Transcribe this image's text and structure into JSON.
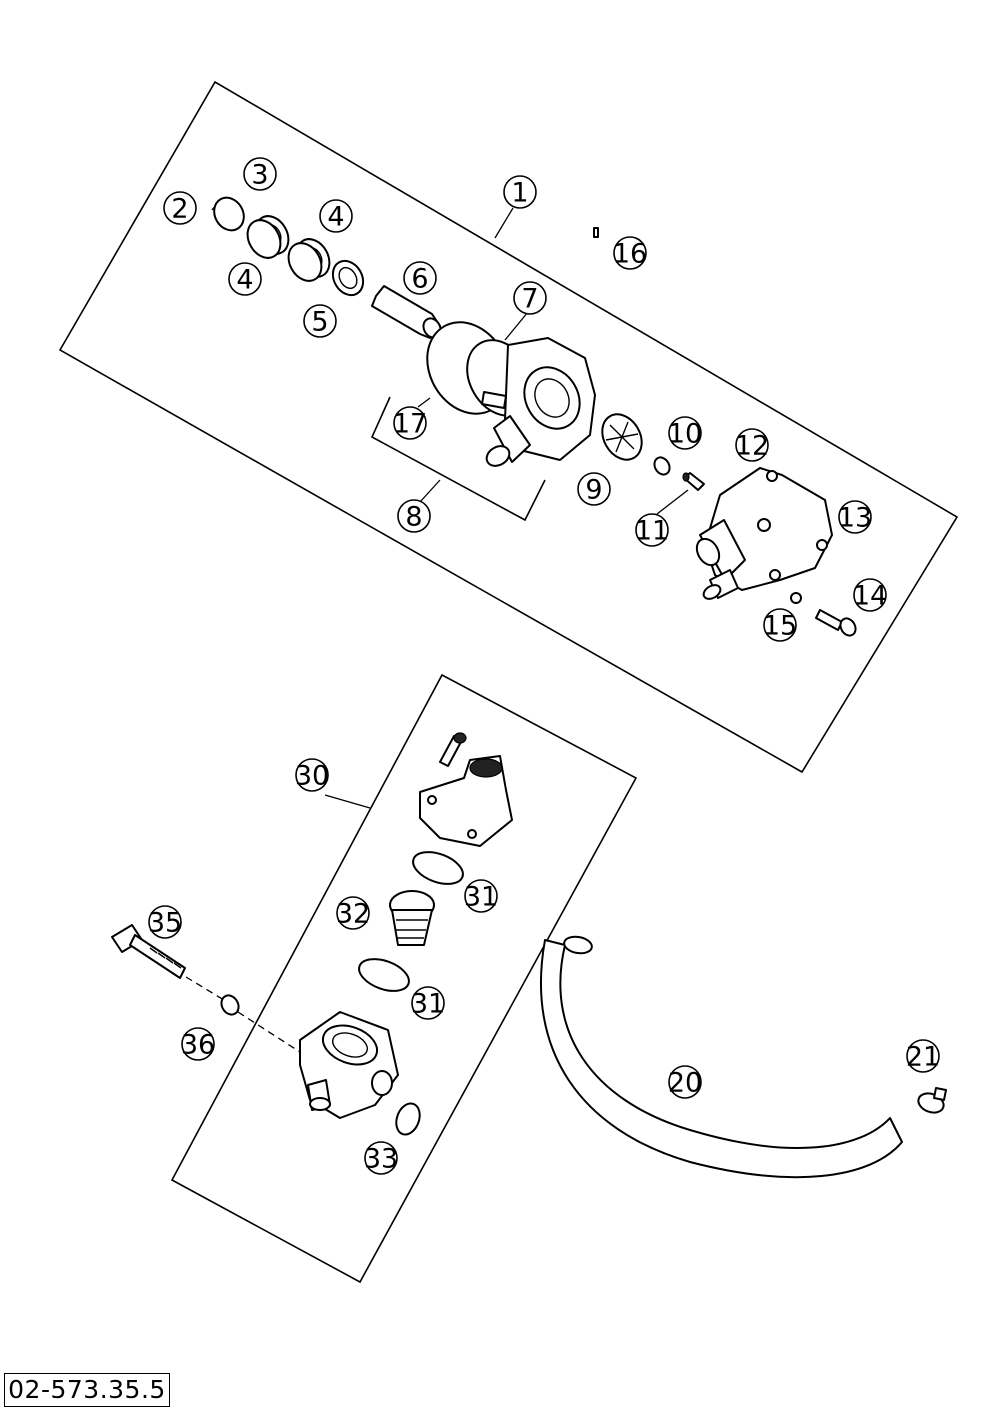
{
  "drawing_number": "02-573.35.5",
  "callouts": [
    {
      "id": "c1",
      "label": "1"
    },
    {
      "id": "c2",
      "label": "2"
    },
    {
      "id": "c3",
      "label": "3"
    },
    {
      "id": "c4a",
      "label": "4"
    },
    {
      "id": "c4b",
      "label": "4"
    },
    {
      "id": "c5",
      "label": "5"
    },
    {
      "id": "c6",
      "label": "6"
    },
    {
      "id": "c7",
      "label": "7"
    },
    {
      "id": "c8",
      "label": "8"
    },
    {
      "id": "c9",
      "label": "9"
    },
    {
      "id": "c10",
      "label": "10"
    },
    {
      "id": "c11",
      "label": "11"
    },
    {
      "id": "c12",
      "label": "12"
    },
    {
      "id": "c13",
      "label": "13"
    },
    {
      "id": "c14",
      "label": "14"
    },
    {
      "id": "c15",
      "label": "15"
    },
    {
      "id": "c16",
      "label": "16"
    },
    {
      "id": "c17",
      "label": "17"
    },
    {
      "id": "c20",
      "label": "20"
    },
    {
      "id": "c21",
      "label": "21"
    },
    {
      "id": "c30",
      "label": "30"
    },
    {
      "id": "c31a",
      "label": "31"
    },
    {
      "id": "c31b",
      "label": "31"
    },
    {
      "id": "c32",
      "label": "32"
    },
    {
      "id": "c33",
      "label": "33"
    },
    {
      "id": "c35",
      "label": "35"
    },
    {
      "id": "c36",
      "label": "36"
    }
  ]
}
